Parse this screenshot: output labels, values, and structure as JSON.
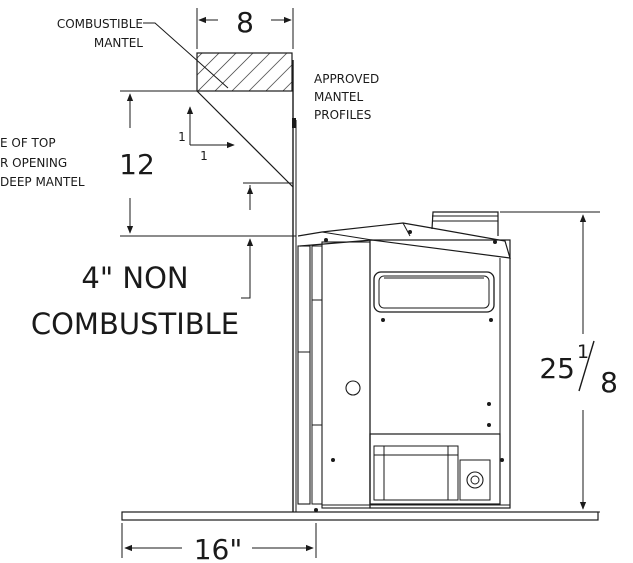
{
  "labels": {
    "combustible_mantel_line1": "COMBUSTIBLE",
    "combustible_mantel_line2": "MANTEL",
    "mantel_depth": "8",
    "approved_line1": "APPROVED",
    "approved_line2": "MANTEL",
    "approved_line3": "PROFILES",
    "edge_line1": "E OF TOP",
    "edge_line2": "R OPENING",
    "edge_line3": "DEEP MANTEL",
    "height_12": "12",
    "slope_rise": "1",
    "slope_run": "1",
    "non_combustible_line1": "4\" NON",
    "non_combustible_line2": "COMBUSTIBLE",
    "unit_height_whole": "25",
    "unit_height_num": "1",
    "unit_height_den": "8",
    "hearth_depth": "16\""
  },
  "colors": {
    "ink": "#1a1a1a",
    "background": "#ffffff"
  }
}
